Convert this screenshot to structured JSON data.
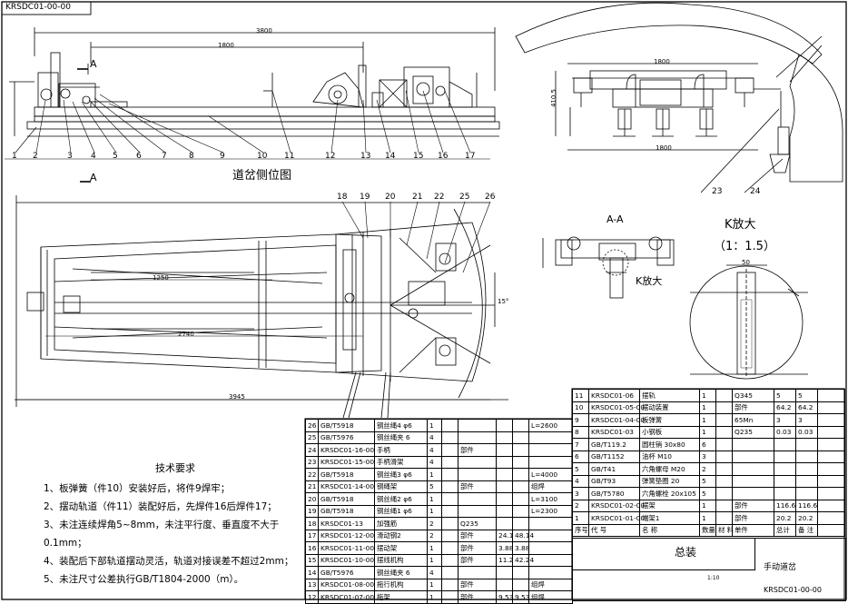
{
  "drawing_code": "KRSDC01-00-00",
  "view_side_title": "道岔侧位图",
  "section_label": "A",
  "section_title": "A-A",
  "k_label": "K放大",
  "k_detail_title": "K放大",
  "k_detail_scale": "（1：1.5）",
  "balloons_side": [
    "1",
    "2",
    "3",
    "4",
    "5",
    "6",
    "7",
    "8",
    "9",
    "10",
    "11",
    "12",
    "13",
    "14",
    "15",
    "16",
    "17"
  ],
  "balloons_plan": [
    "18",
    "19",
    "20",
    "21",
    "22",
    "25",
    "26"
  ],
  "balloons_right": [
    "23",
    "24"
  ],
  "notes": {
    "heading": "技术要求",
    "lines": [
      "1、板弹簧（件10）安装好后，将件9焊牢；",
      "2、摆动轨道（件11）装配好后，先焊件16后焊件17；",
      "3、未注连续焊角5~8mm，未注平行度、垂直度不大于",
      "   0.1mm；",
      "4、装配后下部轨道摆动灵活，轨道对接误差不超过2mm；",
      "5、未注尺寸公差执行GB/T1804-2000（m）。"
    ]
  },
  "bom_left": [
    [
      "26",
      "GB/T5918",
      "钢丝绳4 φ6",
      "1",
      "",
      "",
      "",
      "",
      "L=2600"
    ],
    [
      "25",
      "GB/T5976",
      "钢丝绳夹 6",
      "4",
      "",
      "",
      "",
      "",
      ""
    ],
    [
      "24",
      "KRSDC01-16-00",
      "手柄",
      "4",
      "",
      "部件",
      "",
      "",
      ""
    ],
    [
      "23",
      "KRSDC01-15-00",
      "手柄滑架",
      "4",
      "",
      "",
      "",
      "",
      ""
    ],
    [
      "22",
      "GB/T5918",
      "钢丝绳3 φ6",
      "1",
      "",
      "",
      "",
      "",
      "L=4000"
    ],
    [
      "21",
      "KRSDC01-14-00",
      "钢绳架",
      "5",
      "",
      "部件",
      "",
      "",
      "组焊"
    ],
    [
      "20",
      "GB/T5918",
      "钢丝绳2 φ6",
      "1",
      "",
      "",
      "",
      "",
      "L=3100"
    ],
    [
      "19",
      "GB/T5918",
      "钢丝绳1 φ6",
      "1",
      "",
      "",
      "",
      "",
      "L=2300"
    ],
    [
      "18",
      "KRSDC01-13",
      "加强筋",
      "2",
      "",
      "Q235",
      "",
      "",
      ""
    ],
    [
      "17",
      "KRSDC01-12-00",
      "滑动钢2",
      "2",
      "",
      "部件",
      "24.1",
      "48.14",
      ""
    ],
    [
      "16",
      "KRSDC01-11-00",
      "摆动架",
      "1",
      "",
      "部件",
      "3.88",
      "3.88",
      ""
    ],
    [
      "15",
      "KRSDC01-10-00",
      "摆线机构",
      "1",
      "",
      "部件",
      "11.2",
      "42.24",
      ""
    ],
    [
      "14",
      "GB/T5976",
      "钢丝绳夹 6",
      "4",
      "",
      "",
      "",
      "",
      ""
    ],
    [
      "13",
      "KRSDC01-08-00",
      "拖行机构",
      "1",
      "",
      "部件",
      "",
      "",
      "组焊"
    ],
    [
      "12",
      "KRSDC01-07-00",
      "拖架",
      "1",
      "",
      "部件",
      "9.53",
      "9.53",
      "组焊"
    ]
  ],
  "bom_right": [
    [
      "11",
      "KRSDC01-06",
      "摆轨",
      "1",
      "",
      "Q345",
      "5",
      "5",
      ""
    ],
    [
      "10",
      "KRSDC01-05-00",
      "摆动装置",
      "1",
      "",
      "部件",
      "64.2",
      "64.2",
      ""
    ],
    [
      "9",
      "KRSDC01-04-00",
      "板弹簧",
      "1",
      "",
      "65Mn",
      "3",
      "3",
      ""
    ],
    [
      "8",
      "KRSDC01-03",
      "小钢板",
      "1",
      "",
      "Q235",
      "0.03",
      "0.03",
      ""
    ],
    [
      "7",
      "GB/T119.2",
      "圆柱销 30x80",
      "6",
      "",
      "",
      "",
      "",
      ""
    ],
    [
      "6",
      "GB/T1152",
      "油杯 M10",
      "3",
      "",
      "",
      "",
      "",
      ""
    ],
    [
      "5",
      "GB/T41",
      "六角螺母 M20",
      "2",
      "",
      "",
      "",
      "",
      ""
    ],
    [
      "4",
      "GB/T93",
      "弹簧垫圈 20",
      "5",
      "",
      "",
      "",
      "",
      ""
    ],
    [
      "3",
      "GB/T5780",
      "六角螺栓 20x105",
      "5",
      "",
      "",
      "",
      "",
      ""
    ],
    [
      "2",
      "KRSDC01-02-00",
      "摆架",
      "1",
      "",
      "部件",
      "116.6",
      "116.6",
      ""
    ],
    [
      "1",
      "KRSDC01-01-00",
      "端架1",
      "1",
      "",
      "部件",
      "20.2",
      "20.2",
      ""
    ]
  ],
  "bom_header": [
    "序号",
    "代 号",
    "名 称",
    "数量",
    "材 料",
    "单件",
    "总计",
    "备 注"
  ],
  "title_block": {
    "name": "总装",
    "product": "手动道岔",
    "code": "KRSDC01-00-00",
    "scale": "1:10"
  },
  "dims": {
    "overall_top": "3800",
    "inner_top": "1800",
    "plan_1250": "1250",
    "plan_2740": "2740",
    "plan_3945": "3945",
    "right_top": "1800",
    "right_bottom": "1800",
    "right_h": "410.5",
    "angle": "15°",
    "k_w": "50"
  }
}
